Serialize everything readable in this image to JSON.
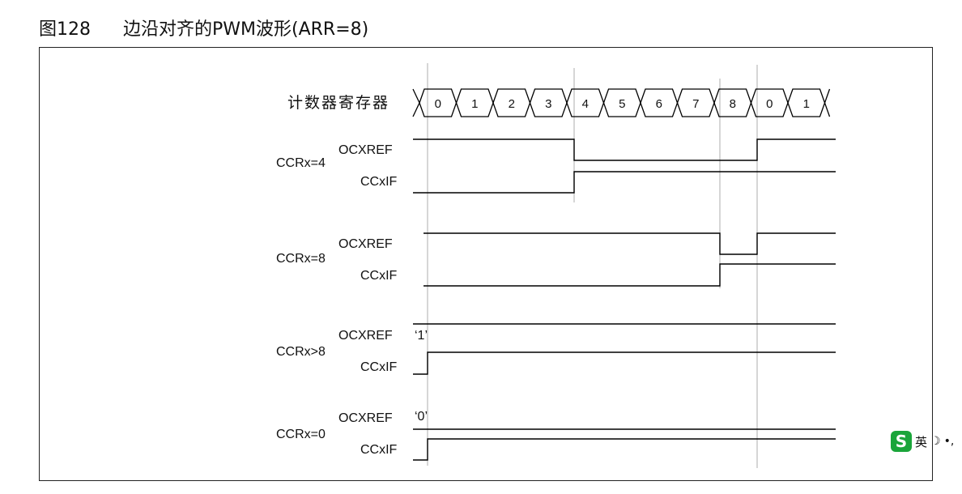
{
  "caption": {
    "figure_number": "图128",
    "title": "边沿对齐的PWM波形(ARR=8)"
  },
  "diagram": {
    "counter_label": "计数器寄存器",
    "counter_values": [
      "0",
      "1",
      "2",
      "3",
      "4",
      "5",
      "6",
      "7",
      "8",
      "0",
      "1"
    ],
    "ocxref_label": "OCXREF",
    "ccxif_label": "CCxIF",
    "rows": [
      {
        "condition": "CCRx=4"
      },
      {
        "condition": "CCRx=8"
      },
      {
        "condition": "CCRx>8",
        "ocxref_note": "‘1’"
      },
      {
        "condition": "CCRx=0",
        "ocxref_note": "‘0’"
      }
    ]
  },
  "ime": {
    "label": "英",
    "icon": "ime-logo-icon"
  }
}
